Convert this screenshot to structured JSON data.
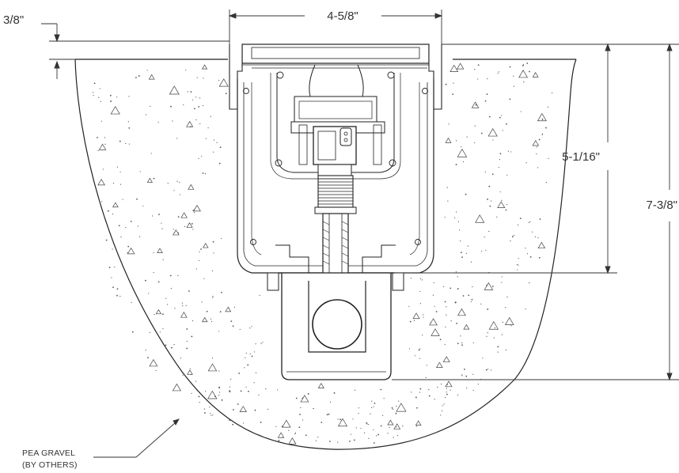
{
  "dimensions": {
    "top_offset": "3/8\"",
    "width": "4-5/8\"",
    "body_depth": "5-1/16\"",
    "overall_depth": "7-3/8\""
  },
  "note": {
    "line1": "PEA GRAVEL",
    "line2": "(BY OTHERS)"
  }
}
